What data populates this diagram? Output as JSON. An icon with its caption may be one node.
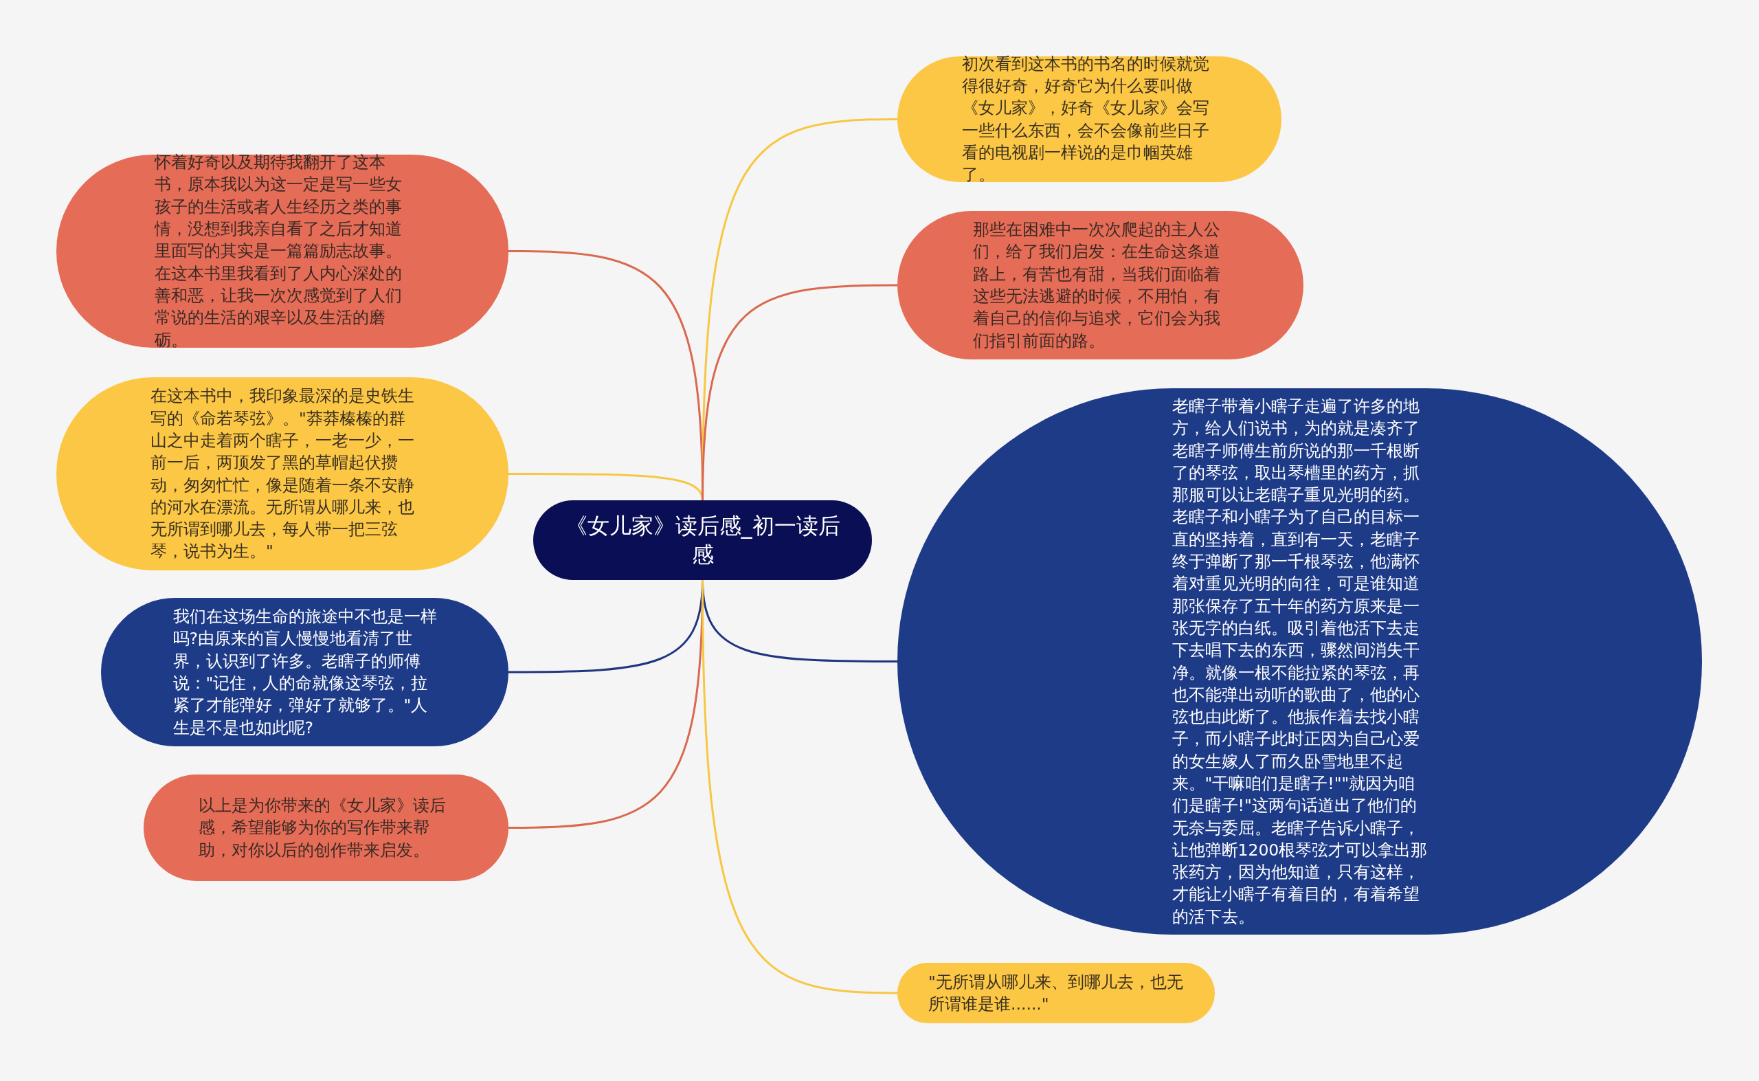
{
  "diagram": {
    "nodes": [
      {
        "text": [
          "《女儿家》读后感_初一读后感"
        ]
      },
      {
        "text": [
          "怀着好奇以及期待我翻开了这本书，原本我以为这一定是写一些女孩子的生活或者人生经历之类的事情，没想到我亲自看了之后才知道里面写的其实是一篇篇励志故事。在这本书里我看到了人内心深处的善和恶，让我一次次感觉到了人们常说的生活的艰辛以及生活的磨砺。"
        ]
      },
      {
        "text": [
          "在这本书中，我印象最深的是史铁生写的《命若琴弦》。\"莽莽榛榛的群山之中走着两个瞎子，一老一少，一前一后，两顶发了黑的草帽起伏攒动，匆匆忙忙，像是随着一条不安静的河水在漂流。无所谓从哪儿来，也无所谓到哪儿去，每人带一把三弦琴，说书为生。\""
        ]
      },
      {
        "text": [
          "我们在这场生命的旅途中不也是一样吗?由原来的盲人慢慢地看清了世界，认识到了许多。老瞎子的师傅说：\"记住，人的命就像这琴弦，拉紧了才能弹好，弹好了就够了。\"人生是不是也如此呢?"
        ]
      },
      {
        "text": [
          "以上是为你带来的《女儿家》读后感，希望能够为你的写作带来帮助，对你以后的创作带来启发。"
        ]
      },
      {
        "text": [
          "初次看到这本书的书名的时候就觉得很好奇，好奇它为什么要叫做《女儿家》，好奇《女儿家》会写一些什么东西，会不会像前些日子看的电视剧一样说的是巾帼英雄了。"
        ]
      },
      {
        "text": [
          "那些在困难中一次次爬起的主人公们，给了我们启发：在生命这条道路上，有苦也有甜，当我们面临着这些无法逃避的时候，不用怕，有着自己的信仰与追求，它们会为我们指引前面的路。"
        ]
      },
      {
        "text": [
          "老瞎子带着小瞎子走遍了许多的地方，给人们说书，为的就是凑齐了老瞎子师傅生前所说的那一千根断了的琴弦，取出琴槽里的药方，抓那服可以让老瞎子重见光明的药。老瞎子和小瞎子为了自己的目标一直的坚持着，直到有一天，老瞎子终于弹断了那一千根琴弦，他满怀着对重见光明的向往，可是谁知道那张保存了五十年的药方原来是一张无字的白纸。吸引着他活下去走下去唱下去的东西，骤然间消失干净。就像一根不能拉紧的琴弦，再也不能弹出动听的歌曲了，他的心弦也由此断了。他振作着去找小瞎子，而小瞎子此时正因为自己心爱的女生嫁人了而久卧雪地里不起来。\"干嘛咱们是瞎子!\"\"就因为咱们是瞎子!\"这两句话道出了他们的无奈与委屈。老瞎子告诉小瞎子，让他弹断1200根琴弦才可以拿出那张药方，因为他知道，只有这样，才能让小瞎子有着目的，有着希望的活下去。"
        ]
      },
      {
        "text": [
          "\"无所谓从哪儿来、到哪儿去，也无所谓谁是谁......\""
        ]
      }
    ],
    "edges": [
      {
        "from": 0,
        "to": 1,
        "arrow": "none",
        "color": "#d9694f"
      },
      {
        "from": 0,
        "to": 2,
        "arrow": "none",
        "color": "#f7c744"
      },
      {
        "from": 0,
        "to": 3,
        "arrow": "none",
        "color": "#1f3580"
      },
      {
        "from": 0,
        "to": 4,
        "arrow": "none",
        "color": "#d9694f"
      },
      {
        "from": 0,
        "to": 5,
        "arrow": "none",
        "color": "#f7c744"
      },
      {
        "from": 0,
        "to": 6,
        "arrow": "none",
        "color": "#d9694f"
      },
      {
        "from": 0,
        "to": 7,
        "arrow": "none",
        "color": "#1f3580"
      },
      {
        "from": 0,
        "to": 8,
        "arrow": "none",
        "color": "#f7c744"
      }
    ]
  }
}
